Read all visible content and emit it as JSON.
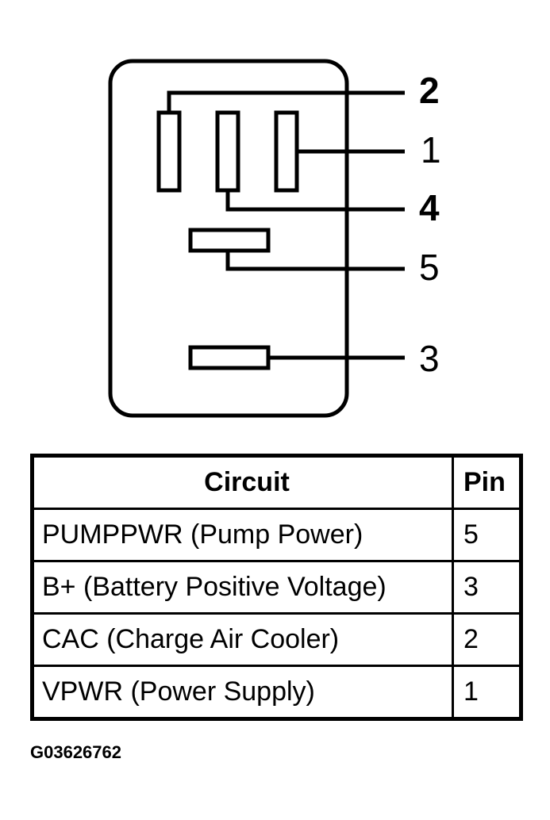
{
  "connector": {
    "pins": [
      {
        "label": "2",
        "bold": true
      },
      {
        "label": "1",
        "bold": false
      },
      {
        "label": "4",
        "bold": true
      },
      {
        "label": "5",
        "bold": false
      },
      {
        "label": "3",
        "bold": false
      }
    ]
  },
  "table": {
    "headers": {
      "circuit": "Circuit",
      "pin": "Pin"
    },
    "rows": [
      {
        "circuit": "PUMPPWR (Pump Power)",
        "pin": "5"
      },
      {
        "circuit": "B+ (Battery Positive Voltage)",
        "pin": "3"
      },
      {
        "circuit": "CAC (Charge Air Cooler)",
        "pin": "2"
      },
      {
        "circuit": "VPWR (Power Supply)",
        "pin": "1"
      }
    ]
  },
  "figure_id": "G03626762"
}
